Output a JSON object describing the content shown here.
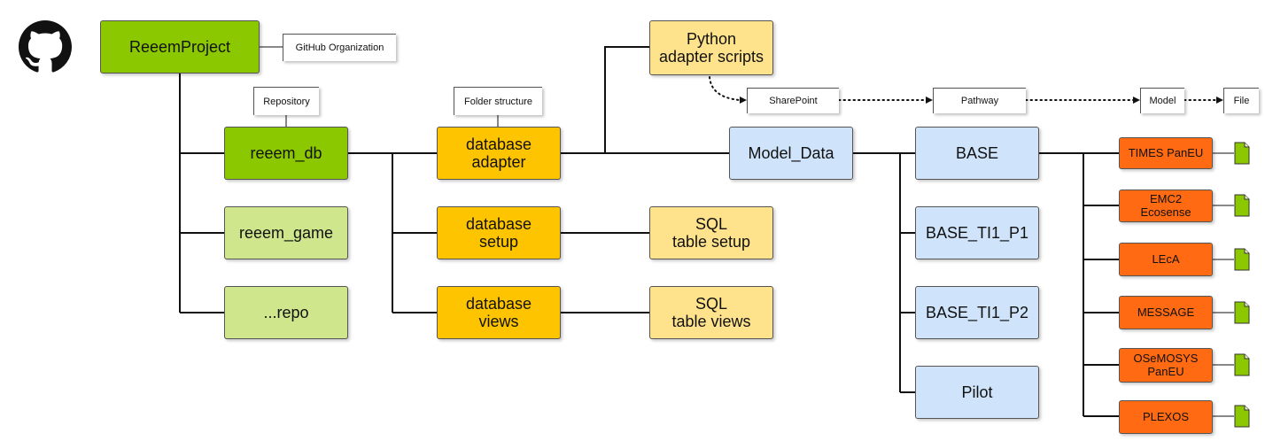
{
  "root": {
    "label": "ReeemProject",
    "tag": "GitHub Organization"
  },
  "repo_tag": "Repository",
  "repos": [
    "reeem_db",
    "reeem_game",
    "...repo"
  ],
  "folder_tag": "Folder structure",
  "folders": [
    "database\nadapter",
    "database\nsetup",
    "database\nviews"
  ],
  "scripts": [
    "Python\nadapter scripts",
    "SQL\ntable setup",
    "SQL\ntable views"
  ],
  "model_data": "Model_Data",
  "path_tags": [
    "SharePoint",
    "Pathway",
    "Model",
    "File"
  ],
  "pathways": [
    "BASE",
    "BASE_TI1_P1",
    "BASE_TI1_P2",
    "Pilot"
  ],
  "models": [
    "TIMES PanEU",
    "EMC2\nEcosense",
    "LEcA",
    "MESSAGE",
    "OSeMOSYS\nPanEU",
    "PLEXOS"
  ],
  "colors": {
    "org": "#8cc800",
    "repo": "#cfe68c",
    "folder": "#ffc400",
    "script": "#ffe38c",
    "data": "#cfe4fa",
    "model": "#ff6a12",
    "file": "#8cc800"
  },
  "icons": [
    "github-icon",
    "file-icon"
  ]
}
